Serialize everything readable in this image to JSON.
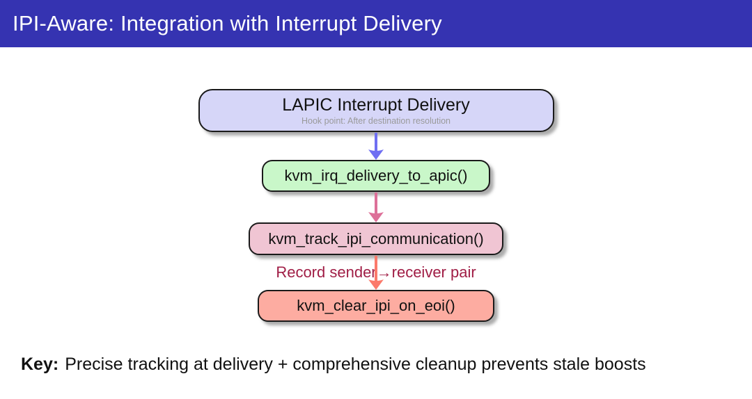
{
  "header": {
    "title": "IPI-Aware: Integration with Interrupt Delivery",
    "bg_color": "#3533b1"
  },
  "flowchart": {
    "nodes": [
      {
        "label": "LAPIC Interrupt Delivery",
        "sublabel": "Hook point: After destination resolution",
        "fill": "#d6d6f8"
      },
      {
        "label": "kvm_irq_delivery_to_apic()",
        "fill": "#c9f7c9"
      },
      {
        "label": "kvm_track_ipi_communication()",
        "fill": "#f0c5d3"
      },
      {
        "label": "kvm_clear_ipi_on_eoi()",
        "fill": "#fdaca1"
      }
    ],
    "arrows": [
      {
        "name": "lapic-to-irq-delivery",
        "color": "#6f6ff2"
      },
      {
        "name": "irq-delivery-to-track",
        "color": "#dd7099"
      },
      {
        "name": "track-to-clear",
        "color": "#fb7a6b"
      }
    ],
    "edge_label": {
      "text": "Record sender→receiver pair",
      "color": "#a01d45"
    }
  },
  "footer": {
    "key_label": "Key:",
    "key_text": "Precise tracking at delivery + comprehensive cleanup prevents stale boosts"
  }
}
